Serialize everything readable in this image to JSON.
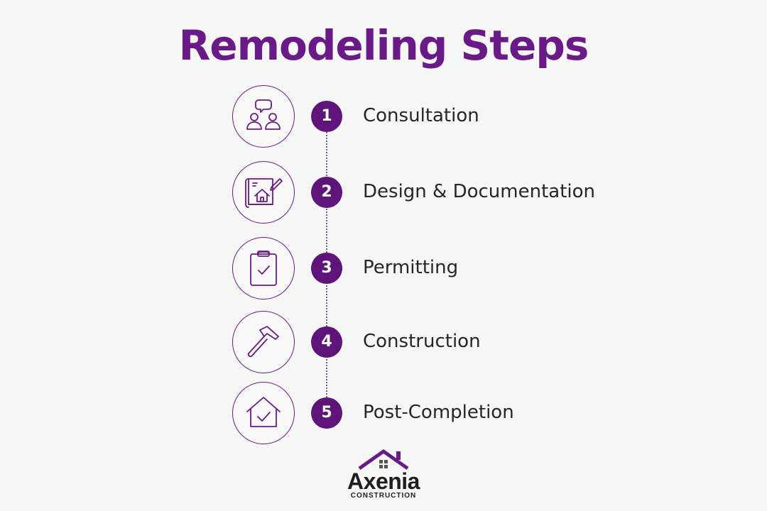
{
  "title": "Remodeling Steps",
  "colors": {
    "accent": "#6a1a86",
    "badge": "#5e1478",
    "text": "#262626",
    "background": "#f7f6f7"
  },
  "steps": [
    {
      "number": "1",
      "label": "Consultation",
      "icon": "consultation-people-icon"
    },
    {
      "number": "2",
      "label": "Design & Documentation",
      "icon": "blueprint-house-icon"
    },
    {
      "number": "3",
      "label": "Permitting",
      "icon": "clipboard-check-icon"
    },
    {
      "number": "4",
      "label": "Construction",
      "icon": "hammer-icon"
    },
    {
      "number": "5",
      "label": "Post-Completion",
      "icon": "house-check-icon"
    }
  ],
  "logo": {
    "name": "Axenia",
    "tagline": "CONSTRUCTION",
    "icon": "house-roof-icon"
  }
}
